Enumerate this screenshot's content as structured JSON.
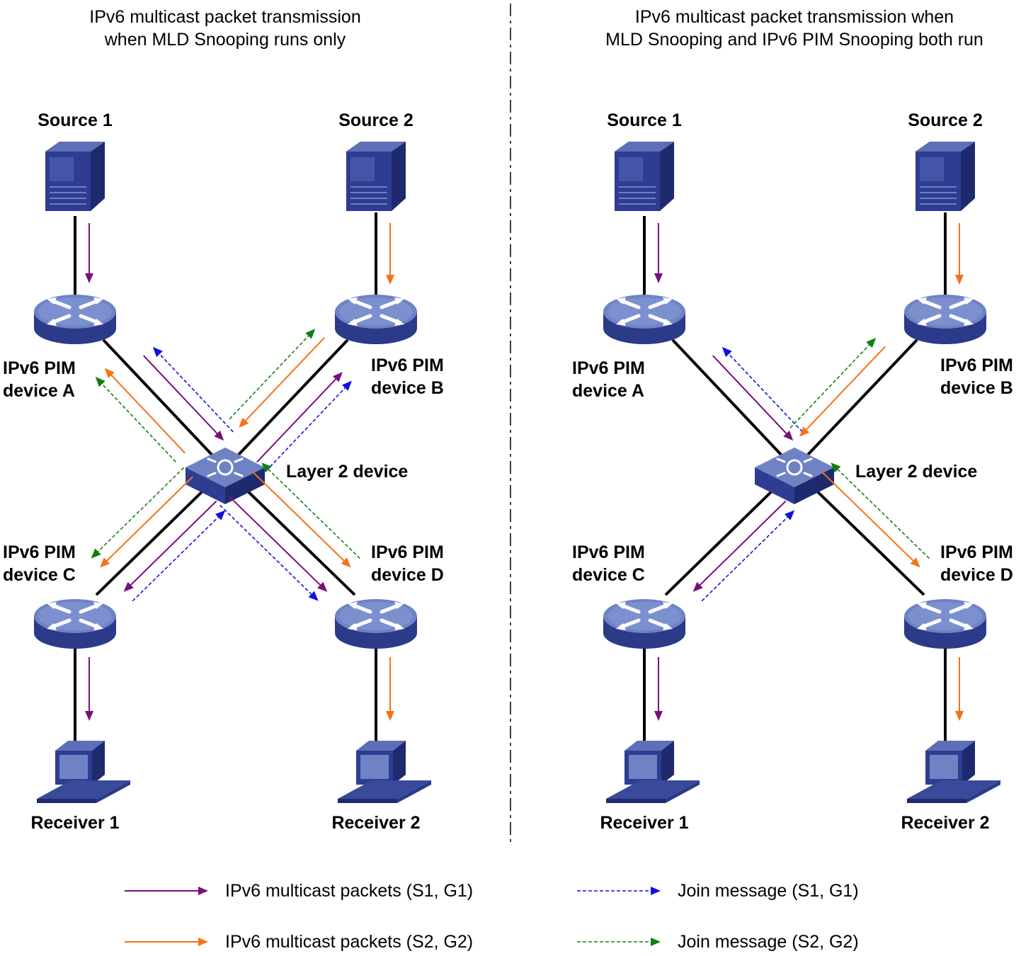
{
  "panels": [
    {
      "title_lines": [
        "IPv6 multicast packet transmission",
        "when MLD Snooping runs only"
      ],
      "source1": "Source 1",
      "source2": "Source 2",
      "device_a": [
        "IPv6 PIM",
        "device A"
      ],
      "device_b": [
        "IPv6 PIM",
        "device B"
      ],
      "device_c": [
        "IPv6 PIM",
        "device C"
      ],
      "device_d": [
        "IPv6 PIM",
        "device D"
      ],
      "layer2": "Layer 2 device",
      "receiver1": "Receiver 1",
      "receiver2": "Receiver 2"
    },
    {
      "title_lines": [
        "IPv6 multicast packet transmission when",
        "MLD Snooping and IPv6 PIM Snooping both run"
      ],
      "source1": "Source 1",
      "source2": "Source 2",
      "device_a": [
        "IPv6 PIM",
        "device A"
      ],
      "device_b": [
        "IPv6 PIM",
        "device B"
      ],
      "device_c": [
        "IPv6 PIM",
        "device C"
      ],
      "device_d": [
        "IPv6 PIM",
        "device D"
      ],
      "layer2": "Layer 2 device",
      "receiver1": "Receiver 1",
      "receiver2": "Receiver 2"
    }
  ],
  "legend": [
    {
      "label": "IPv6 multicast packets (S1, G1)",
      "style": "solid",
      "color": "#7b0d7e"
    },
    {
      "label": "Join message (S1, G1)",
      "style": "dashed",
      "color": "#1010e0"
    },
    {
      "label": "IPv6 multicast packets (S2, G2)",
      "style": "solid",
      "color": "#f47216"
    },
    {
      "label": "Join message (S2, G2)",
      "style": "dashed",
      "color": "#118011"
    }
  ],
  "colors": {
    "s1_packets": "#7b0d7e",
    "s2_packets": "#f47216",
    "join_s1": "#1010e0",
    "join_s2": "#118011",
    "device_body": "#3a4a9a",
    "device_top": "#6f83c4"
  }
}
